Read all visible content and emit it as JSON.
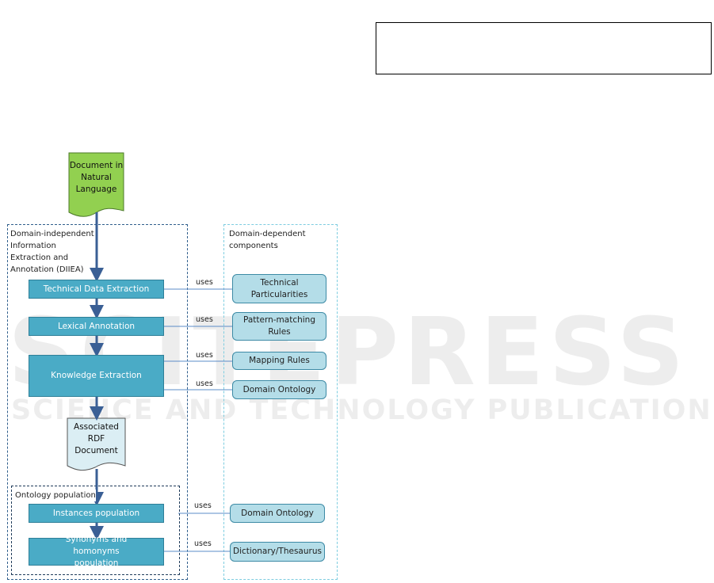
{
  "watermark": {
    "title": "SCITEPRESS",
    "subtitle": "SCIENCE AND TECHNOLOGY PUBLICATIONS"
  },
  "input_document": "Document in Natural Language",
  "diiea_label": "Domain-independent Information Extraction and Annotation (DIIEA)",
  "dd_label": "Domain-dependent components",
  "steps": {
    "technical": "Technical Data Extraction",
    "lexical": "Lexical Annotation",
    "knowledge": "Knowledge Extraction",
    "instances": "Instances population",
    "synonyms": "Synonyms and homonyms population"
  },
  "rdf_document": "Associated RDF Document",
  "ontology_population_label": "Ontology population",
  "components": {
    "technical_particularities": "Technical Particularities",
    "pattern_rules": "Pattern-matching Rules",
    "mapping_rules": "Mapping Rules",
    "domain_ontology": "Domain Ontology",
    "domain_ontology_2": "Domain Ontology",
    "dictionary": "Dictionary/Thesaurus"
  },
  "uses_label": "uses",
  "colors": {
    "process": "#4aabc6",
    "component": "#b4dde8",
    "input_doc": "#92d050",
    "rdf_doc": "#dbeef4",
    "arrow": "#3a5f95"
  }
}
